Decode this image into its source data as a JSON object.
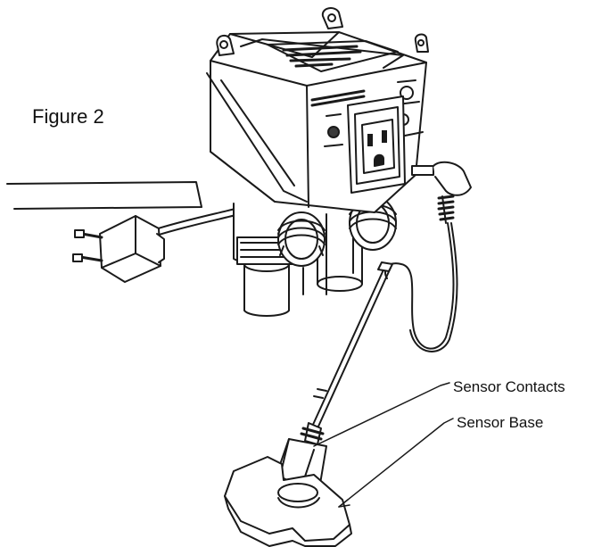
{
  "figure": {
    "title": "Figure 2",
    "callouts": {
      "sensor_contacts": "Sensor Contacts",
      "sensor_base": "Sensor Base"
    }
  },
  "colors": {
    "line": "#1a1a1a",
    "fill": "#ffffff",
    "shade": "#3a3a3a"
  }
}
